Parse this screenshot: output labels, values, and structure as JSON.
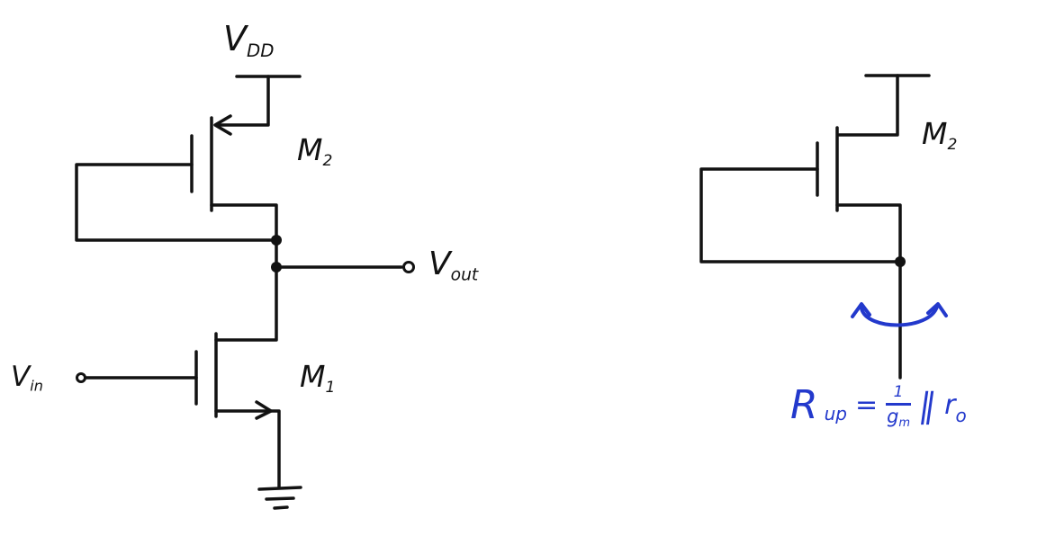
{
  "colors": {
    "ink": "#121212",
    "blue": "#2339cc"
  },
  "left_circuit": {
    "vdd": {
      "main": "V",
      "sub": "DD"
    },
    "m2": {
      "main": "M",
      "sub": "2"
    },
    "vout": {
      "main": "V",
      "sub": "out"
    },
    "vin": {
      "main": "V",
      "sub": "in"
    },
    "m1": {
      "main": "M",
      "sub": "1"
    }
  },
  "right_circuit": {
    "m2": {
      "main": "M",
      "sub": "2"
    },
    "formula": {
      "r_main": "R",
      "r_sub": "up",
      "equals": "=",
      "numerator": "1",
      "denominator_main": "g",
      "denominator_sub": "m",
      "parallel": "∥",
      "ro_main": "r",
      "ro_sub": "o"
    }
  }
}
